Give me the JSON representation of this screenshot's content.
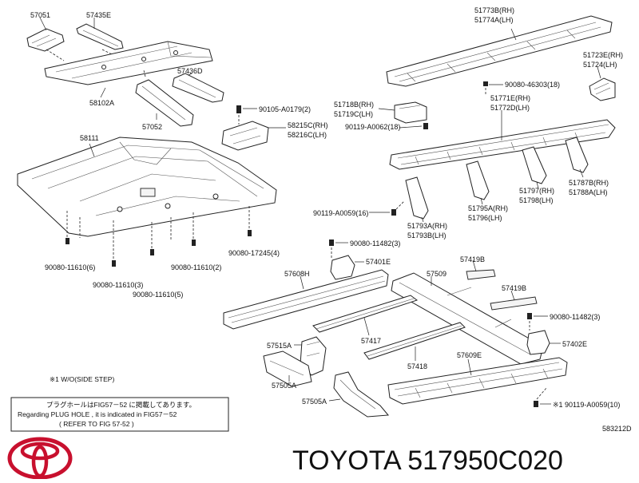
{
  "labels": {
    "p57051": "57051",
    "p57435e": "57435E",
    "p58102a": "58102A",
    "p57052": "57052",
    "p57436d": "57436D",
    "p58111": "58111",
    "p90105": "90105-A0179(2)",
    "p58215c": "58215C(RH)",
    "p58216c": "58216C(LH)",
    "p90080_17245": "90080-17245(4)",
    "p90080_11610_6": "90080-11610(6)",
    "p90080_11610_3": "90080-11610(3)",
    "p90080_11610_2": "90080-11610(2)",
    "p90080_11610_5": "90080-11610(5)",
    "p51773b": "51773B(RH)",
    "p51774a": "51774A(LH)",
    "p51723e": "51723E(RH)",
    "p51724": "51724(LH)",
    "p90080_46303": "90080-46303(18)",
    "p51718b": "51718B(RH)",
    "p51719c": "51719C(LH)",
    "p51771e": "51771E(RH)",
    "p51772d": "51772D(LH)",
    "p90119_0062": "90119-A0062(18)",
    "p51797": "51797(RH)",
    "p51798": "51798(LH)",
    "p51787b": "51787B(RH)",
    "p51788a": "51788A(LH)",
    "p51795a": "51795A(RH)",
    "p51796": "51796(LH)",
    "p90119_0059_16": "90119-A0059(16)",
    "p51793a": "51793A(RH)",
    "p51793b": "51793B(LH)",
    "p90080_11482_3a": "90080-11482(3)",
    "p57401e": "57401E",
    "p57608h": "57608H",
    "p57509": "57509",
    "p57419b_1": "57419B",
    "p57419b_2": "57419B",
    "p90080_11482_3b": "90080-11482(3)",
    "p57417": "57417",
    "p57402e": "57402E",
    "p57515a": "57515A",
    "p57418": "57418",
    "p57609e": "57609E",
    "p57505a_1": "57505A",
    "p57505a_2": "57505A",
    "p90119_0059_10": "※1 90119-A0059(10)"
  },
  "notes": {
    "side_step": "※1 W/O(SIDE STEP)",
    "box_line1": "プラグホールはFIG57－52 に掲載してあります。",
    "box_line2": "Regarding  PLUG HOLE , it is indicated  in  FIG57－52",
    "box_line3": "(   REFER TO FIG 57-52          )"
  },
  "figure_id": "583212D",
  "footer": {
    "brand": "TOYOTA 517950C020"
  },
  "colors": {
    "logo": "#c8102e",
    "ink": "#222222"
  }
}
